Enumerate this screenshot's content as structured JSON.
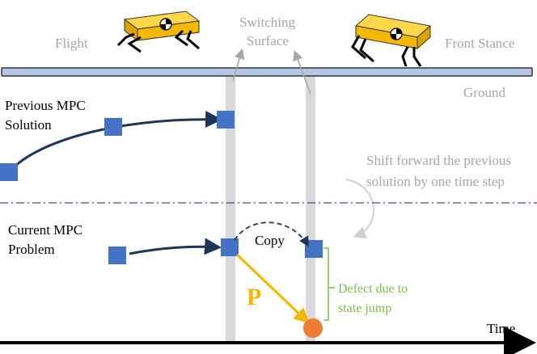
{
  "labels": {
    "flight": "Flight",
    "switching_line1": "Switching",
    "switching_line2": "Surface",
    "front_stance": "Front Stance",
    "ground": "Ground",
    "previous_line1": "Previous MPC",
    "previous_line2": "Solution",
    "shift_line1": "Shift forward the previous",
    "shift_line2": "solution by one time step",
    "current_line1": "Current MPC",
    "current_line2": "Problem",
    "copy": "Copy",
    "p": "P",
    "defect_line1": "Defect due to",
    "defect_line2": "state jump",
    "time": "Time"
  },
  "colors": {
    "node_blue": "#4472c4",
    "curve_navy": "#1f3557",
    "ground_bar": "#b4c7e7",
    "switch_bar": "#d9d9d9",
    "robot_body": "#f5b800",
    "p_arrow": "#f5b800",
    "defect_orange": "#ed7d31",
    "defect_green": "#7ac143",
    "divider_purple": "#7030a0"
  }
}
